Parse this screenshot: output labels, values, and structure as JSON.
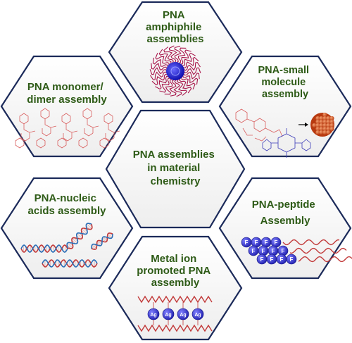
{
  "hexagons": {
    "top": {
      "lines": [
        "PNA",
        "amphiphile",
        "assemblies"
      ]
    },
    "upper_left": {
      "lines": [
        "PNA monomer/",
        "dimer assembly"
      ]
    },
    "upper_right": {
      "lines": [
        "PNA-small",
        "molecule",
        "assembly"
      ]
    },
    "center": {
      "lines": [
        "PNA assemblies",
        "in material",
        "chemistry"
      ]
    },
    "lower_left": {
      "lines": [
        "PNA-nucleic",
        "acids assembly"
      ]
    },
    "lower_right": {
      "lines": [
        "PNA-peptide",
        "Assembly"
      ]
    },
    "bottom": {
      "lines": [
        "Metal ion",
        "promoted PNA",
        "assembly"
      ]
    }
  },
  "peptide_beads": [
    "F",
    "F",
    "F",
    "F",
    "F",
    "F",
    "F",
    "F",
    "F",
    "F",
    "F",
    "F"
  ],
  "metal_ions": [
    "Ag",
    "Ag",
    "Ag",
    "Ag"
  ],
  "colors": {
    "label_green": "#2e5b17",
    "hex_border": "#1b2a5a",
    "micelle_blue": "#1a1ad0",
    "strand_red": "#c23a3a",
    "strand_blue": "#2a6fb8",
    "sphere_orange": "#d9531e"
  }
}
